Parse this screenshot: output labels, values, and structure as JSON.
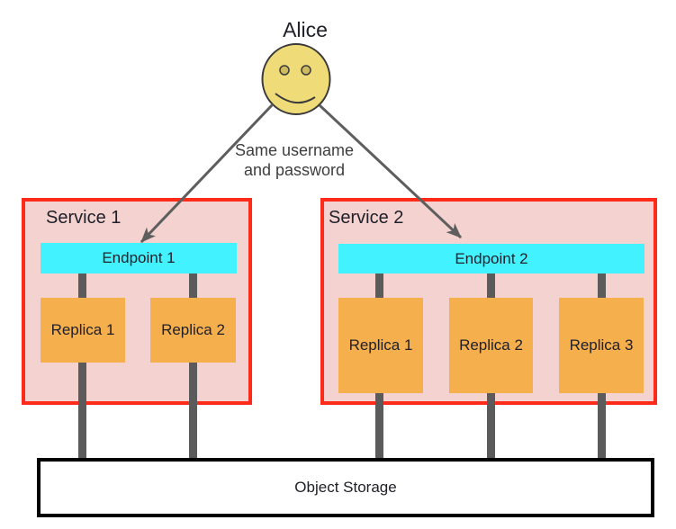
{
  "diagram": {
    "actor": {
      "label": "Alice"
    },
    "note": {
      "line1": "Same username",
      "line2": "and password"
    },
    "services": [
      {
        "name": "Service 1",
        "endpoint": "Endpoint 1",
        "replicas": [
          "Replica 1",
          "Replica 2"
        ]
      },
      {
        "name": "Service 2",
        "endpoint": "Endpoint 2",
        "replicas": [
          "Replica 1",
          "Replica 2",
          "Replica 3"
        ]
      }
    ],
    "storage": {
      "label": "Object Storage"
    }
  },
  "colors": {
    "service-fill": "#F3D2CF",
    "service-border": "#FF2B1A",
    "endpoint-fill": "#43F2FF",
    "replica-fill": "#F5AF4D",
    "face-fill": "#F0DB79",
    "face-feature": "#CEBB60",
    "outline": "#3A3A3A",
    "connector": "#5B5B5B",
    "arrow": "#5E5E5E",
    "storage-border": "#000000",
    "label-text": "#20202A",
    "note-text": "#3E3E3E"
  }
}
